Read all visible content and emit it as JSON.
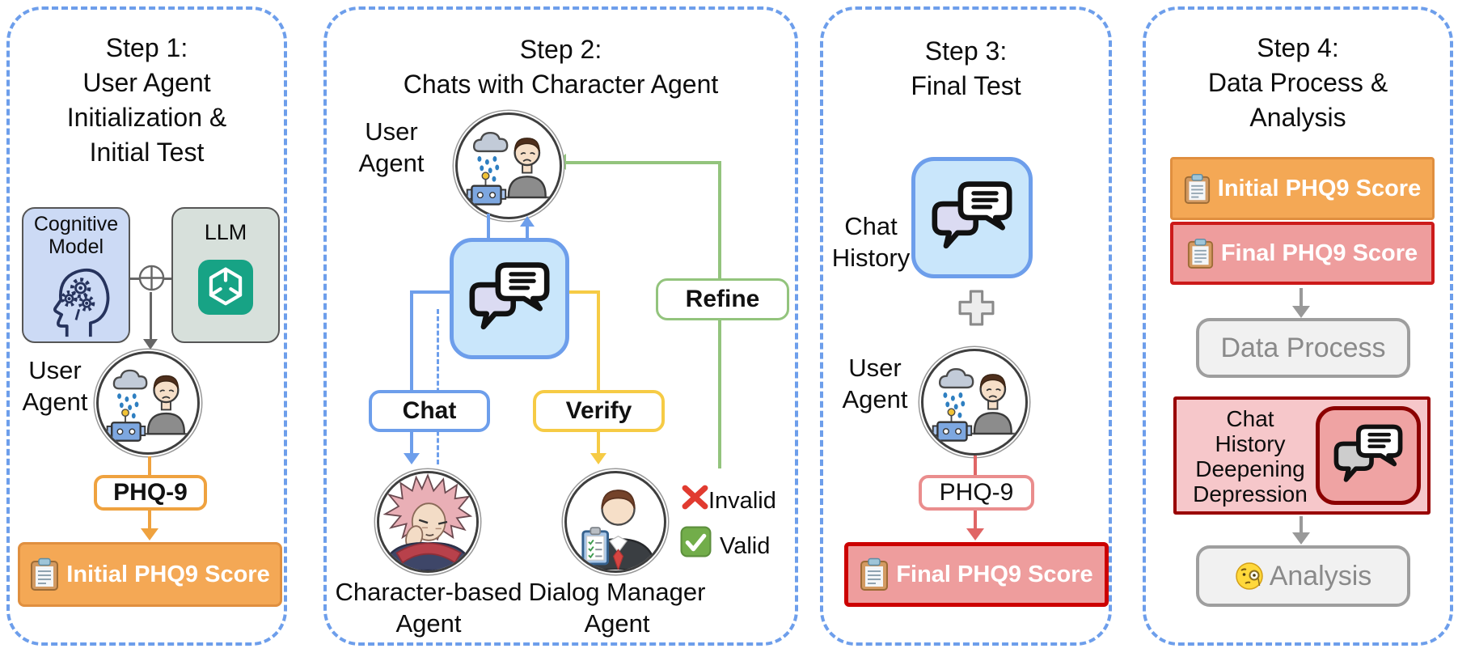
{
  "colors": {
    "panel_dash_blue": "#6d9eeb",
    "connector_grey": "#666666",
    "blue": "#6d9eeb",
    "blue_fill": "#c9e6fb",
    "green": "#93c47d",
    "yellow": "#f6cb45",
    "orange": "#efa23f",
    "orange_fill": "#f4a855",
    "red": "#e06666",
    "pink_fill": "#ee9d9d",
    "dark_red": "#cc0000",
    "deep_red_border": "#990000",
    "grey_box_text": "#8a8a8a"
  },
  "p1": {
    "title": [
      "Step 1:",
      "User Agent",
      "Initialization &",
      "Initial Test"
    ],
    "cognitive": [
      "Cognitive",
      "Model"
    ],
    "llm": "LLM",
    "user_agent": [
      "User",
      "Agent"
    ],
    "phq9": "PHQ-9",
    "score": "Initial PHQ9 Score"
  },
  "p2": {
    "title": [
      "Step 2:",
      "Chats with Character Agent"
    ],
    "user_agent": [
      "User",
      "Agent"
    ],
    "refine": "Refine",
    "chat": "Chat",
    "verify": "Verify",
    "invalid": "Invalid",
    "valid": "Valid",
    "character_agent": [
      "Character-based",
      "Agent"
    ],
    "dialog_agent": [
      "Dialog Manager",
      "Agent"
    ]
  },
  "p3": {
    "title": [
      "Step 3:",
      "Final Test"
    ],
    "chat_history": [
      "Chat",
      "History"
    ],
    "user_agent": [
      "User",
      "Agent"
    ],
    "phq9": "PHQ-9",
    "score": "Final PHQ9 Score"
  },
  "p4": {
    "title": [
      "Step 4:",
      "Data Process &",
      "Analysis"
    ],
    "initial_score": "Initial PHQ9 Score",
    "final_score": "Final PHQ9 Score",
    "data_process": "Data Process",
    "deepening": [
      "Chat",
      "History",
      "Deepening",
      "Depression"
    ],
    "analysis": "Analysis"
  }
}
